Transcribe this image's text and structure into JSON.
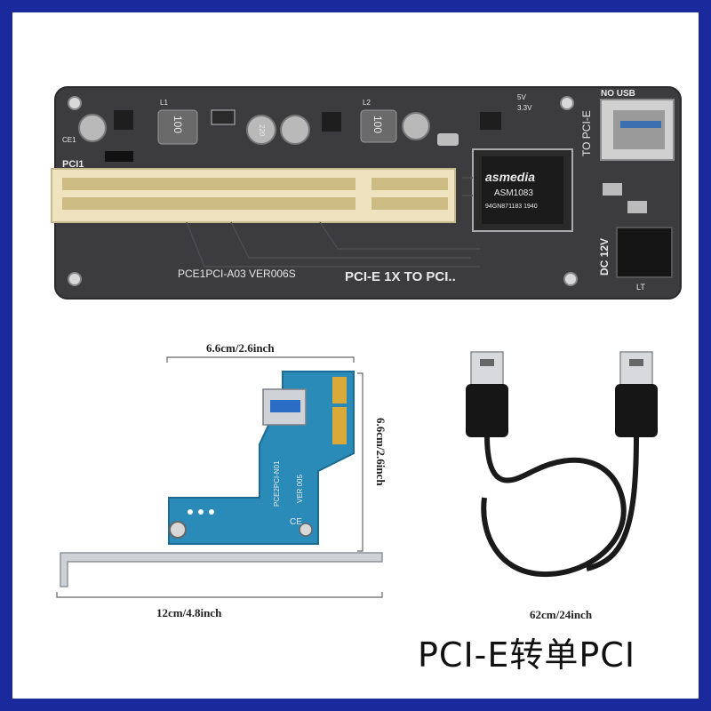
{
  "riser_board": {
    "pci_slot_label": "PCI1",
    "model_label": "PCE1PCI-A03 VER006S",
    "title_label": "PCI-E 1X TO PCI..",
    "no_usb_label": "NO USB",
    "to_pcie_label": "TO PCI-E",
    "dc_label": "DC 12V",
    "chip_brand": "asmedia",
    "chip_model": "ASM1083",
    "chip_code": "94GN871183 1940",
    "inductor_label": "100",
    "cap_label": "220",
    "lt_label": "LT",
    "v5_label": "5V",
    "v33_label": "3.3V",
    "ce_label": "CE1",
    "l1_label": "L1",
    "l2_label": "L2"
  },
  "adapter_card": {
    "model_label": "PCE2PCI-N01",
    "version_label": "VER 005",
    "ce_mark": "CE"
  },
  "dimensions": {
    "adapter_width": "6.6cm/2.6inch",
    "adapter_height": "6.6cm/2.6inch",
    "bracket_length": "12cm/4.8inch",
    "cable_length": "62cm/24inch"
  },
  "caption": "PCI-E转单PCI",
  "colors": {
    "frame": "#1a2a9c",
    "pcb_riser": "#3c3c3e",
    "pcb_adapter": "#2a8ab8",
    "pci_slot": "#efe3bf"
  }
}
